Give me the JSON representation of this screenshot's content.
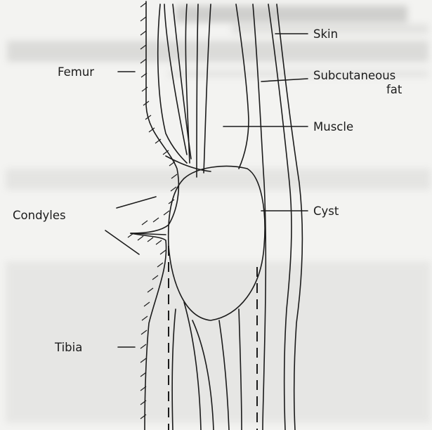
{
  "labels": {
    "femur": "Femur",
    "condyles": "Condyles",
    "tibia": "Tibia",
    "skin": "Skin",
    "subcutaneous_line1": "Subcutaneous",
    "subcutaneous_line2": "fat",
    "muscle": "Muscle",
    "cyst": "Cyst"
  }
}
